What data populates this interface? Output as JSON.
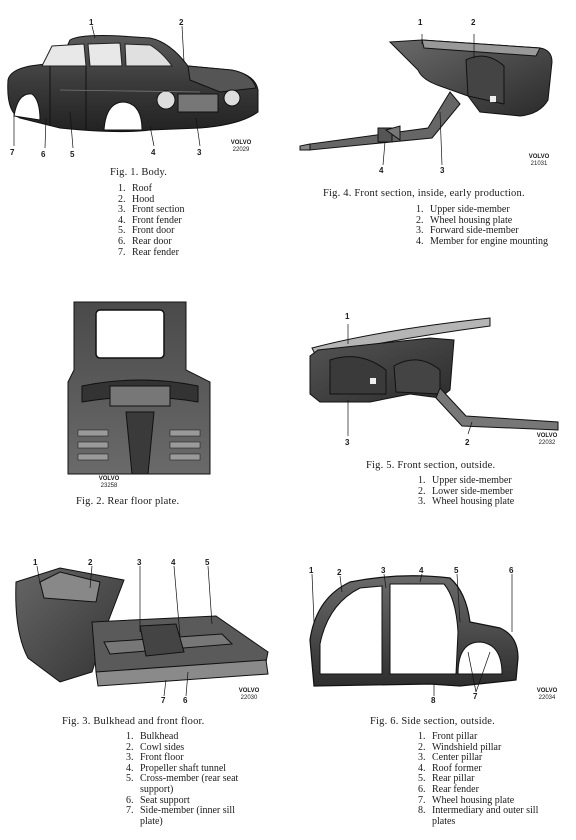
{
  "figures": [
    {
      "caption": "Fig. 1. Body.",
      "logo": "VOLVO",
      "code": "22029",
      "callouts": [
        "1",
        "2",
        "7",
        "6",
        "5",
        "4",
        "3"
      ],
      "items": [
        "Roof",
        "Hood",
        "Front section",
        "Front fender",
        "Front door",
        "Rear door",
        "Rear fender"
      ]
    },
    {
      "caption": "Fig. 4. Front section, inside, early production.",
      "logo": "VOLVO",
      "code": "21031",
      "callouts": [
        "1",
        "2",
        "4",
        "3"
      ],
      "items": [
        "Upper side-member",
        "Wheel housing plate",
        "Forward side-member",
        "Member for engine mounting"
      ]
    },
    {
      "caption": "Fig. 2. Rear floor plate.",
      "logo": "VOLVO",
      "code": "23258",
      "callouts": [],
      "items": []
    },
    {
      "caption": "Fig. 5. Front section, outside.",
      "logo": "VOLVO",
      "code": "22032",
      "callouts": [
        "1",
        "3",
        "2"
      ],
      "items": [
        "Upper side-member",
        "Lower side-member",
        "Wheel housing plate"
      ]
    },
    {
      "caption": "Fig. 3. Bulkhead and front floor.",
      "logo": "VOLVO",
      "code": "22030",
      "callouts": [
        "1",
        "2",
        "3",
        "4",
        "5",
        "7",
        "6"
      ],
      "items": [
        "Bulkhead",
        "Cowl sides",
        "Front floor",
        "Propeller shaft tunnel",
        "Cross-member (rear seat support)",
        "Seat support",
        "Side-member (inner sill plate)"
      ]
    },
    {
      "caption": "Fig. 6. Side section, outside.",
      "logo": "VOLVO",
      "code": "22034",
      "callouts": [
        "1",
        "2",
        "3",
        "4",
        "5",
        "6",
        "7",
        "8"
      ],
      "items": [
        "Front pillar",
        "Windshield pillar",
        "Center pillar",
        "Roof former",
        "Rear pillar",
        "Rear fender",
        "Wheel housing plate",
        "Intermediary and outer sill plates"
      ]
    }
  ]
}
